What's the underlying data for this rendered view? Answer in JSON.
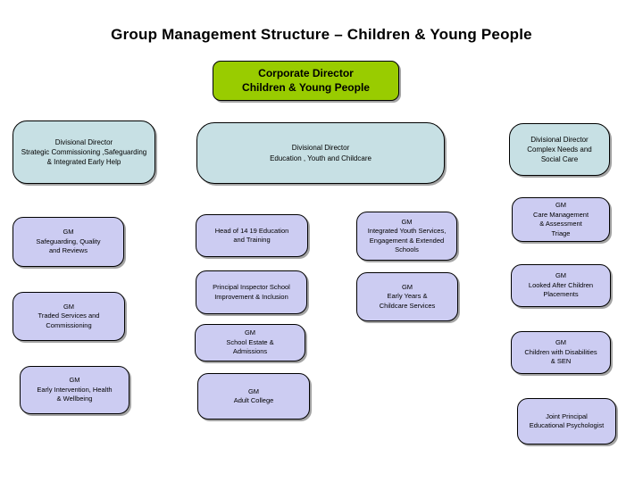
{
  "page": {
    "title": "Group Management Structure – Children & Young People"
  },
  "colors": {
    "corporate_fill": "#99CC00",
    "divisional_fill": "#C7E0E4",
    "gm_fill": "#CCCCF2",
    "border": "#000000",
    "text": "#000000"
  },
  "org_chart": {
    "corporate_director": {
      "text": "Corporate Director\nChildren & Young People"
    },
    "divisional_directors": [
      {
        "text": "Divisional Director\nStrategic Commissioning ,Safeguarding\n& Integrated Early Help"
      },
      {
        "text": "Divisional Director\nEducation , Youth and Childcare"
      },
      {
        "text": "Divisional Director\nComplex Needs and\nSocial Care"
      }
    ],
    "managers": [
      {
        "text": "GM\nSafeguarding, Quality\nand Reviews"
      },
      {
        "text": "GM\nTraded Services and\nCommissioning"
      },
      {
        "text": "GM\nEarly Intervention, Health\n& Wellbeing"
      },
      {
        "text": "Head of 14 19 Education\nand Training"
      },
      {
        "text": "Principal Inspector School\nImprovement & Inclusion"
      },
      {
        "text": "GM\nSchool Estate &\nAdmissions"
      },
      {
        "text": "GM\nAdult College"
      },
      {
        "text": "GM\nIntegrated Youth Services,\nEngagement & Extended\nSchools"
      },
      {
        "text": "GM\nEarly Years &\nChildcare Services"
      },
      {
        "text": "GM\nCare Management\n& Assessment\nTriage"
      },
      {
        "text": "GM\nLooked After Children\nPlacements"
      },
      {
        "text": "GM\nChildren with Disabilities\n& SEN"
      },
      {
        "text": "Joint Principal\nEducational Psychologist"
      }
    ]
  }
}
